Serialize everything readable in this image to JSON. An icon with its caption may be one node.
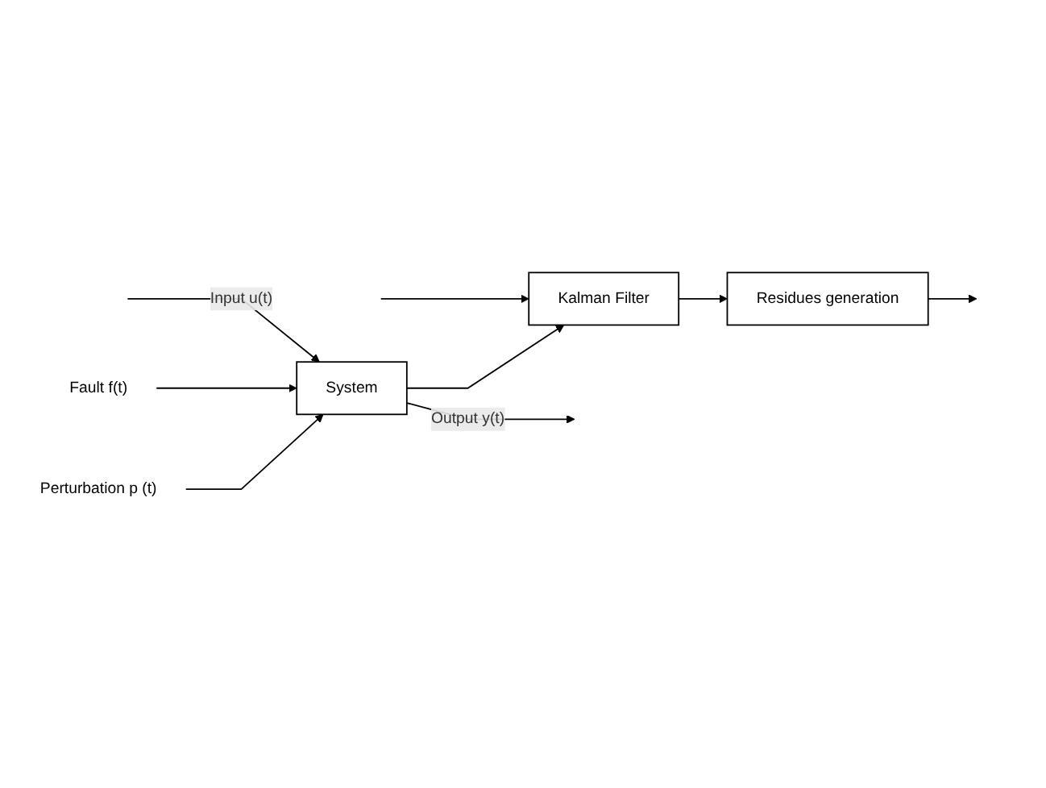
{
  "diagram": {
    "nodes": [
      {
        "text": [
          "Fault f(t)"
        ]
      },
      {
        "text": [
          "Perturbation p (t)"
        ]
      },
      {
        "text": [
          "System"
        ]
      },
      {
        "text": [
          "Kalman Filter"
        ]
      },
      {
        "text": [
          "Residues generation"
        ]
      }
    ],
    "edges": [
      {
        "from": null,
        "to": 2,
        "arrow": "to",
        "label": "Input u(t)"
      },
      {
        "from": 0,
        "to": 2,
        "arrow": "to"
      },
      {
        "from": 1,
        "to": 2,
        "arrow": "to"
      },
      {
        "from": 2,
        "to": null,
        "arrow": "to",
        "label": "Output y(t)"
      },
      {
        "from": null,
        "to": 3,
        "arrow": "to"
      },
      {
        "from": 2,
        "to": 3,
        "arrow": "to"
      },
      {
        "from": 3,
        "to": 4,
        "arrow": "to"
      },
      {
        "from": 4,
        "to": null,
        "arrow": "to"
      }
    ]
  }
}
